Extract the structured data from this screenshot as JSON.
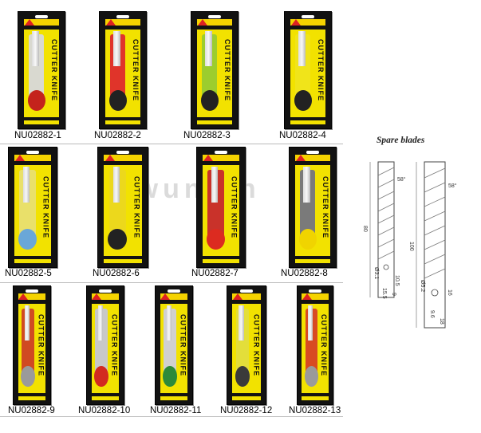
{
  "colors": {
    "package": "#121212",
    "card_yellow": "#f2e200",
    "label_text": "#000000"
  },
  "watermark": "newunion",
  "products": [
    {
      "code": "NU02882-1",
      "knife_color": "#d9d9d0",
      "grip": "#c4231c",
      "text": "CUTTER KNIFE"
    },
    {
      "code": "NU02882-2",
      "knife_color": "#e0342a",
      "grip": "#222222",
      "text": "CUTTER KNIFE"
    },
    {
      "code": "NU02882-3",
      "knife_color": "#9ccd2e",
      "grip": "#222222",
      "text": "CUTTER KNIFE"
    },
    {
      "code": "NU02882-4",
      "knife_color": "#f0e41a",
      "grip": "#222222",
      "text": "CUTTER KNIFE"
    },
    {
      "code": "NU02882-5",
      "knife_color": "#e9e06a",
      "grip": "#6aa7d8",
      "text": "CUTTER KNIFE"
    },
    {
      "code": "NU02882-6",
      "knife_color": "#ecd81c",
      "grip": "#222222",
      "text": "CUTTER KNIFE"
    },
    {
      "code": "NU02882-7",
      "knife_color": "#c9322a",
      "grip": "#dc2b20",
      "text": "CUTTER KNIFE"
    },
    {
      "code": "NU02882-8",
      "knife_color": "#7a7a7a",
      "grip": "#f0d400",
      "text": "CUTTER KNIFE"
    },
    {
      "code": "NU02882-9",
      "knife_color": "#d04a22",
      "grip": "#9a9a9a",
      "text": "CUTTER KNIFE"
    },
    {
      "code": "NU02882-10",
      "knife_color": "#c8c8c8",
      "grip": "#d22a20",
      "text": "CUTTER KNIFE"
    },
    {
      "code": "NU02882-11",
      "knife_color": "#d0d0d0",
      "grip": "#2d8a3a",
      "text": "CUTTER KNIFE"
    },
    {
      "code": "NU02882-12",
      "knife_color": "#e3de3a",
      "grip": "#3a3a3a",
      "text": "CUTTER KNIFE"
    },
    {
      "code": "NU02882-13",
      "knife_color": "#d84a22",
      "grip": "#9a9a9a",
      "text": "CUTTER KNIFE"
    }
  ],
  "spare": {
    "title": "Spare blades",
    "small": {
      "angle": "58°",
      "length": "80",
      "hole": "Ø3.1",
      "d1": "10.5",
      "d2": "15.5",
      "d3": "9"
    },
    "large": {
      "angle": "58°",
      "length": "100",
      "hole": "Ø5.2",
      "d1": "16",
      "d2": "9.6",
      "d3": "18"
    }
  }
}
